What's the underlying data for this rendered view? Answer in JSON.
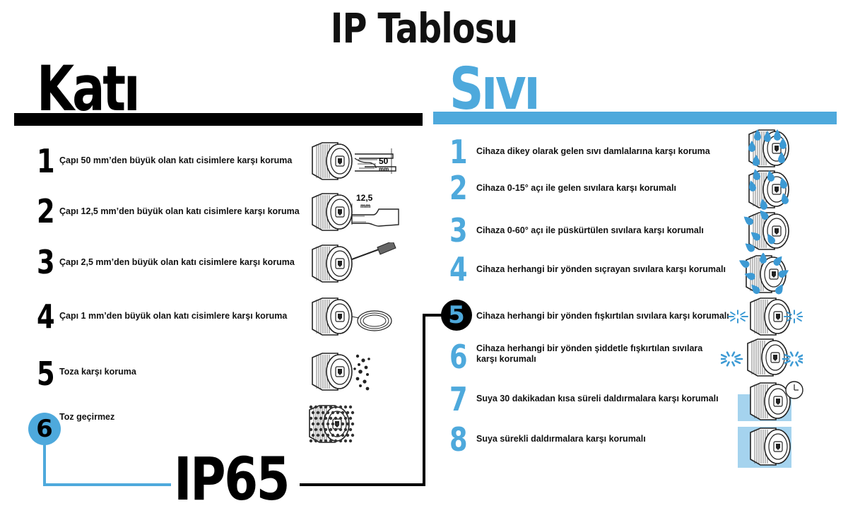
{
  "title": "IP Tablosu",
  "solid": {
    "heading": "Katı",
    "items": [
      {
        "num": "1",
        "text": "Çapı 50 mm’den büyük olan katı cisimlere karşı koruma",
        "icon": "hand-50mm-icon",
        "label_top": "50",
        "label_bottom": "mm"
      },
      {
        "num": "2",
        "text": "Çapı 12,5 mm’den büyük olan katı cisimlere karşı koruma",
        "icon": "finger-12mm-icon",
        "label_top": "12,5",
        "label_bottom": "mm"
      },
      {
        "num": "3",
        "text": "Çapı 2,5 mm’den büyük olan katı cisimlere karşı koruma",
        "icon": "screwdriver-icon"
      },
      {
        "num": "4",
        "text": "Çapı 1 mm’den büyük olan katı cisimlere karşı koruma",
        "icon": "wire-coil-icon"
      },
      {
        "num": "5",
        "text": "Toza karşı koruma",
        "icon": "dust-icon"
      },
      {
        "num": "6",
        "text": "Toz geçirmez",
        "icon": "dust-tight-icon"
      }
    ]
  },
  "liquid": {
    "heading": "Sıvı",
    "items": [
      {
        "num": "1",
        "text": "Cihaza dikey olarak gelen sıvı damlalarına karşı koruma",
        "icon": "vertical-drops-icon"
      },
      {
        "num": "2",
        "text": "Cihaza 0-15° açı ile gelen sıvılara karşı korumalı",
        "icon": "angled-drops-icon"
      },
      {
        "num": "3",
        "text": "Cihaza 0-60° açı ile püskürtülen sıvılara karşı korumalı",
        "icon": "spray-icon"
      },
      {
        "num": "4",
        "text": "Cihaza herhangi bir yönden sıçrayan sıvılara karşı korumalı",
        "icon": "splash-icon"
      },
      {
        "num": "5",
        "text": "Cihaza herhangi bir yönden fışkırtılan sıvılara karşı korumalı",
        "icon": "water-jet-icon"
      },
      {
        "num": "6",
        "text": "Cihaza herhangi bir yönden şiddetle fışkırtılan sıvılara karşı korumalı",
        "icon": "powerful-jet-icon"
      },
      {
        "num": "7",
        "text": "Suya 30 dakikadan kısa süreli daldırmalara karşı korumalı",
        "icon": "immersion-timer-icon"
      },
      {
        "num": "8",
        "text": "Suya sürekli daldırmalara karşı korumalı",
        "icon": "submersion-icon"
      }
    ]
  },
  "result": "IP65",
  "highlight": {
    "solid": "6",
    "liquid": "5"
  },
  "colors": {
    "accent": "#4ea9dc",
    "text": "#000000"
  }
}
